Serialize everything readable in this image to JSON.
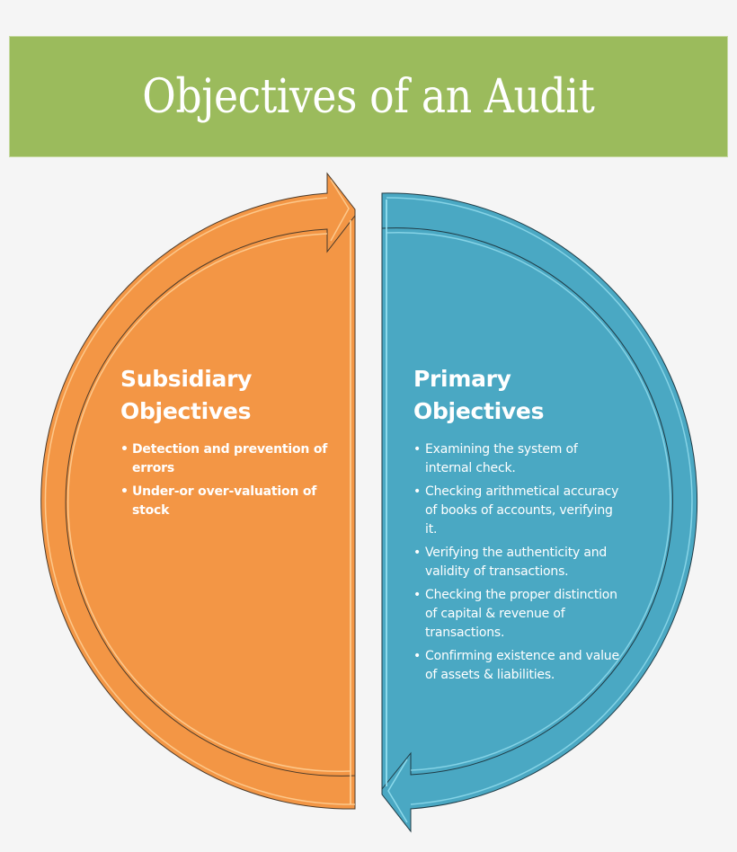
{
  "title": "Objectives of an Audit",
  "colors": {
    "background": "#f5f5f5",
    "banner": "#9bbb5c",
    "left_shape": "#f39645",
    "right_shape": "#4aa8c3",
    "text": "#ffffff"
  },
  "left_panel": {
    "heading_line1": "Subsidiary",
    "heading_line2": "Objectives",
    "items": [
      "Detection and prevention of errors",
      "Under-or over-valuation of stock"
    ]
  },
  "right_panel": {
    "heading_line1": "Primary",
    "heading_line2": "Objectives",
    "items": [
      "Examining the system of internal check.",
      "Checking arithmetical accuracy of books of accounts, verifying it.",
      "Verifying the authenticity and validity of transactions.",
      "Checking the proper distinction of capital & revenue of transactions.",
      "Confirming existence and value of assets & liabilities."
    ]
  },
  "icons": {
    "left_arrow": "circular-arrow-clockwise-top",
    "right_arrow": "circular-arrow-clockwise-bottom"
  }
}
